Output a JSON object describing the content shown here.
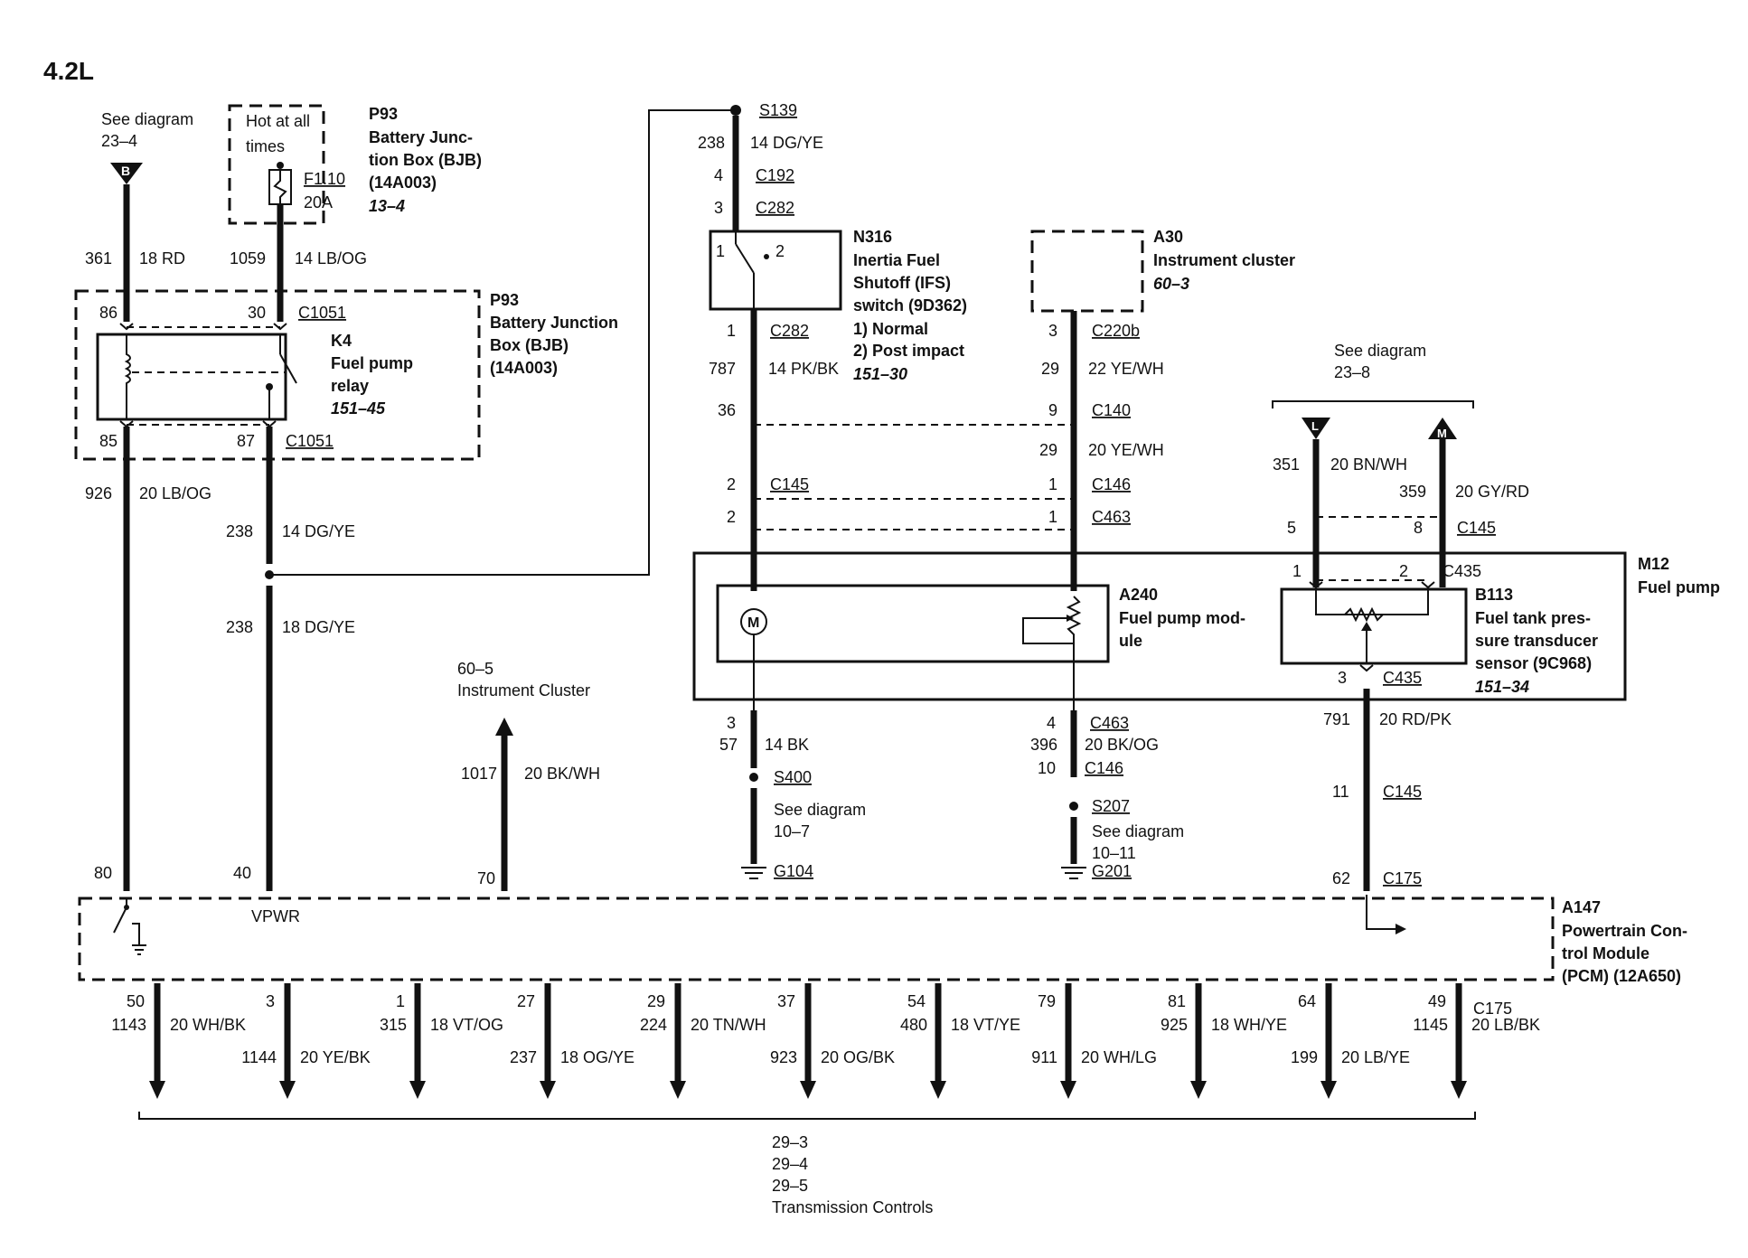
{
  "title": "4.2L",
  "top_left": {
    "see_line1": "See diagram",
    "see_line2": "23–4",
    "connector_b": "B",
    "w361": "361",
    "w361c": "18 RD"
  },
  "bjb_top": {
    "hot1": "Hot at all",
    "hot2": "times",
    "fuse": "F1.10",
    "amps": "20A",
    "p93": "P93",
    "name1": "Battery Junc-",
    "name2": "tion Box (BJB)",
    "name3": "(14A003)",
    "ref": "13–4",
    "w1059": "1059",
    "w1059c": "14 LB/OG"
  },
  "relay": {
    "pin86": "86",
    "pin30": "30",
    "c1051a": "C1051",
    "k4": "K4",
    "name1": "Fuel pump",
    "name2": "relay",
    "ref": "151–45",
    "p93": "P93",
    "bjb1": "Battery Junction",
    "bjb2": "Box (BJB)",
    "bjb3": "(14A003)",
    "pin85": "85",
    "pin87": "87",
    "c1051b": "C1051"
  },
  "left_wires": {
    "w926": "926",
    "w926c": "20 LB/OG",
    "w238a": "238",
    "w238ac": "14 DG/YE",
    "w238b": "238",
    "w238bc": "18 DG/YE",
    "p80": "80",
    "p40": "40",
    "vpwr": "VPWR"
  },
  "ic_ref": {
    "ref": "60–5",
    "name": "Instrument Cluster",
    "w1017": "1017",
    "w1017c": "20 BK/WH",
    "p70": "70"
  },
  "ifs": {
    "s139": "S139",
    "w238": "238",
    "w238c": "14 DG/YE",
    "p4": "4",
    "c192": "C192",
    "p3": "3",
    "c282a": "C282",
    "sw1": "1",
    "sw2": "2",
    "n316": "N316",
    "name1": "Inertia Fuel",
    "name2": "Shutoff (IFS)",
    "name3": "switch (9D362)",
    "opt1": "1)   Normal",
    "opt2": "2)   Post impact",
    "ref": "151–30",
    "p1": "1",
    "c282b": "C282",
    "w787": "787",
    "w787c": "14 PK/BK",
    "p36": "36",
    "p2a": "2",
    "c145": "C145",
    "p2b": "2"
  },
  "cluster": {
    "a30": "A30",
    "name": "Instrument cluster",
    "ref": "60–3",
    "p3": "3",
    "c220b": "C220b",
    "w29a": "29",
    "w29ac": "22 YE/WH",
    "p9": "9",
    "c140": "C140",
    "w29b": "29",
    "w29bc": "20 YE/WH",
    "p1a": "1",
    "c146": "C146",
    "p1b": "1",
    "c463": "C463"
  },
  "tank": {
    "see1": "See diagram",
    "see2": "23–8",
    "conn_l": "L",
    "conn_m": "M",
    "w351": "351",
    "w351c": "20 BN/WH",
    "w359": "359",
    "w359c": "20 GY/RD",
    "p5": "5",
    "p8": "8",
    "c145": "C145",
    "p1": "1",
    "p2": "2",
    "c435a": "C435",
    "b113": "B113",
    "name1": "Fuel tank pres-",
    "name2": "sure transducer",
    "name3": "sensor (9C968)",
    "ref": "151–34",
    "p3": "3",
    "c435b": "C435",
    "w791": "791",
    "w791c": "20 RD/PK",
    "p11": "11",
    "c145b": "C145",
    "p62": "62",
    "c175": "C175"
  },
  "m12": {
    "id": "M12",
    "name": "Fuel pump",
    "a240": "A240",
    "mod1": "Fuel pump mod-",
    "mod2": "ule",
    "motor": "M"
  },
  "grounds": {
    "p3": "3",
    "w57": "57",
    "w57c": "14 BK",
    "s400": "S400",
    "see1a": "See diagram",
    "see1b": "10–7",
    "g104": "G104",
    "p4": "4",
    "c463": "C463",
    "w396": "396",
    "w396c": "20 BK/OG",
    "p10": "10",
    "c146": "C146",
    "s207": "S207",
    "see2a": "See diagram",
    "see2b": "10–11",
    "g201": "G201"
  },
  "pcm": {
    "a147": "A147",
    "name1": "Powertrain Con-",
    "name2": "trol Module",
    "name3": "(PCM) (12A650)",
    "c175": "C175"
  },
  "outputs": [
    {
      "pin": "50",
      "circuit": "1143",
      "color": "20 WH/BK"
    },
    {
      "pin": "3",
      "circuit": "1144",
      "color": "20 YE/BK"
    },
    {
      "pin": "1",
      "circuit": "315",
      "color": "18 VT/OG"
    },
    {
      "pin": "27",
      "circuit": "237",
      "color": "18 OG/YE"
    },
    {
      "pin": "29",
      "circuit": "224",
      "color": "20 TN/WH"
    },
    {
      "pin": "37",
      "circuit": "923",
      "color": "20 OG/BK"
    },
    {
      "pin": "54",
      "circuit": "480",
      "color": "18 VT/YE"
    },
    {
      "pin": "79",
      "circuit": "911",
      "color": "20 WH/LG"
    },
    {
      "pin": "81",
      "circuit": "925",
      "color": "18 WH/YE"
    },
    {
      "pin": "64",
      "circuit": "199",
      "color": "20 LB/YE"
    },
    {
      "pin": "49",
      "circuit": "1145",
      "color": "20 LB/BK"
    }
  ],
  "footer": {
    "r1": "29–3",
    "r2": "29–4",
    "r3": "29–5",
    "name": "Transmission Controls"
  }
}
